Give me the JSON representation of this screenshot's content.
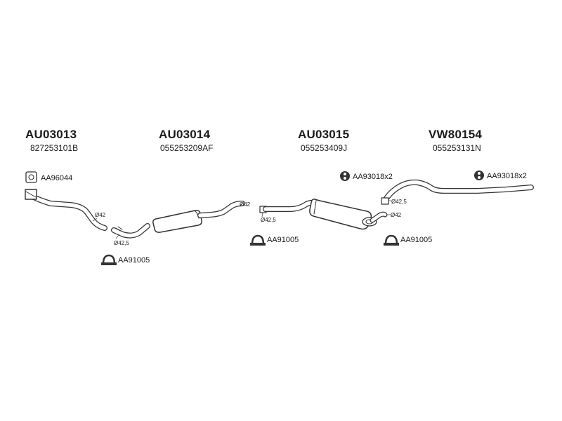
{
  "sections": [
    {
      "code": "AU03013",
      "oem": "827253101B"
    },
    {
      "code": "AU03014",
      "oem": "055253209AF"
    },
    {
      "code": "AU03015",
      "oem": "055253409J"
    },
    {
      "code": "VW80154",
      "oem": "055253131N"
    }
  ],
  "parts": {
    "gasket": {
      "label": "AA96044",
      "icon": "gasket-icon"
    },
    "clamp_1": {
      "label": "AA91005",
      "icon": "clamp-icon"
    },
    "clamp_2": {
      "label": "AA91005",
      "icon": "clamp-icon"
    },
    "clamp_3": {
      "label": "AA91005",
      "icon": "clamp-icon"
    },
    "hanger_1": {
      "label": "AA93018x2",
      "icon": "rubber-hanger-icon"
    },
    "hanger_2": {
      "label": "AA93018x2",
      "icon": "rubber-hanger-icon"
    }
  },
  "diameters": {
    "d1": "Ø42",
    "d2": "Ø42,5",
    "d3": "Ø42",
    "d4": "Ø42,5",
    "d5": "Ø42",
    "d6": "Ø42,5"
  },
  "colors": {
    "line": "#333333",
    "text": "#1a1a1a"
  }
}
